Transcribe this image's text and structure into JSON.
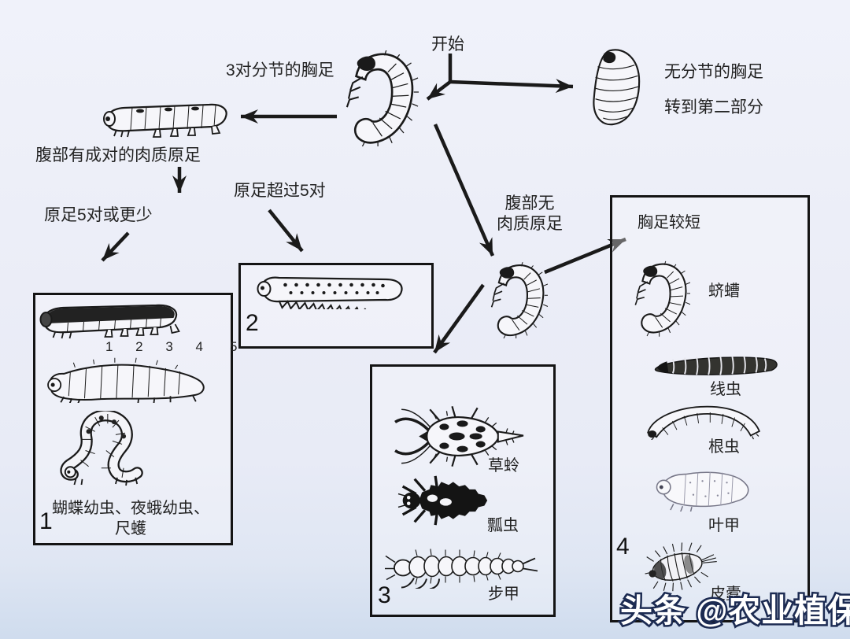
{
  "diagram": {
    "start": "开始",
    "branch_segmented": "3对分节的胸足",
    "branch_unsegmented": "无分节的胸足",
    "goto_part2": "转到第二部分",
    "abdomen_prolegs": "腹部有成对的肉质原足",
    "prolegs_5_or_fewer": "原足5对或更少",
    "prolegs_over_5": "原足超过5对",
    "no_prolegs_line1": "腹部无",
    "no_prolegs_line2": "肉质原足",
    "short_thoracic": "胸足较短",
    "box1": {
      "number": "1",
      "proleg_numbers": "1 2 3 4",
      "proleg_last": "5",
      "caption_line1": "蝴蝶幼虫、夜蛾幼虫、",
      "caption_line2": "尺蠖"
    },
    "box2": {
      "number": "2"
    },
    "box3": {
      "number": "3",
      "label_lacewing": "草蛉",
      "label_ladybug": "瓢虫",
      "label_ground_beetle": "步甲"
    },
    "box4": {
      "number": "4",
      "label_grub": "蛴螬",
      "label_wireworm": "线虫",
      "label_rootworm": "根虫",
      "label_leaf_beetle": "叶甲",
      "label_dermestid": "皮蠹"
    },
    "watermark": "头条 @农业植保头条"
  },
  "colors": {
    "background_top": "#f0f2fa",
    "background_bottom": "#cfdcee",
    "line": "#1a1a1a",
    "watermark_fill": "#ffffff",
    "watermark_outline": "#1c2b52"
  }
}
